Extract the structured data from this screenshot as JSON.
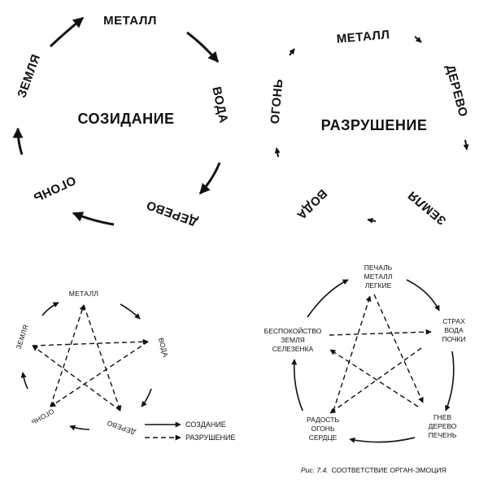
{
  "creation_cycle": {
    "center": "СОЗИДАНИЕ",
    "metal": "МЕТАЛЛ",
    "water": "ВОДА",
    "wood": "ДЕРЕВО",
    "fire": "ОГОНЬ",
    "earth": "ЗЕМЛЯ"
  },
  "destruction_cycle": {
    "center": "РАЗРУШЕНИЕ",
    "metal": "МЕТАЛЛ",
    "wood": "ДЕРЕВО",
    "earth": "ЗЕМЛЯ",
    "water": "ВОДА",
    "fire": "ОГОНЬ"
  },
  "combined_cycle": {
    "metal": "МЕТАЛЛ",
    "water": "ВОДА",
    "wood": "ДЕРЕВО",
    "fire": "ОГОНЬ",
    "earth": "ЗЕМЛЯ"
  },
  "legend": {
    "creation": "СОЗДАНИЕ",
    "destruction": "РАЗРУШЕНИЕ"
  },
  "organ_emotion": {
    "metal": [
      "ПЕЧАЛЬ",
      "МЕТАЛЛ",
      "ЛЕГКИЕ"
    ],
    "water": [
      "СТРАХ",
      "ВОДА",
      "ПОЧКИ"
    ],
    "wood": [
      "ГНЕВ",
      "ДЕРЕВО",
      "ПЕЧЕНЬ"
    ],
    "fire": [
      "РАДОСТЬ",
      "ОГОНЬ",
      "СЕРДЦЕ"
    ],
    "earth": [
      "БЕСПОКОЙСТВО",
      "ЗЕМЛЯ",
      "СЕЛЕЗЕНКА"
    ]
  },
  "caption": {
    "number": "Рис. 7.4.",
    "title": "СООТВЕТСТВИЕ ОРГАН-ЭМОЦИЯ"
  },
  "colors": {
    "ink": "#111111",
    "paper": "#ffffff"
  }
}
